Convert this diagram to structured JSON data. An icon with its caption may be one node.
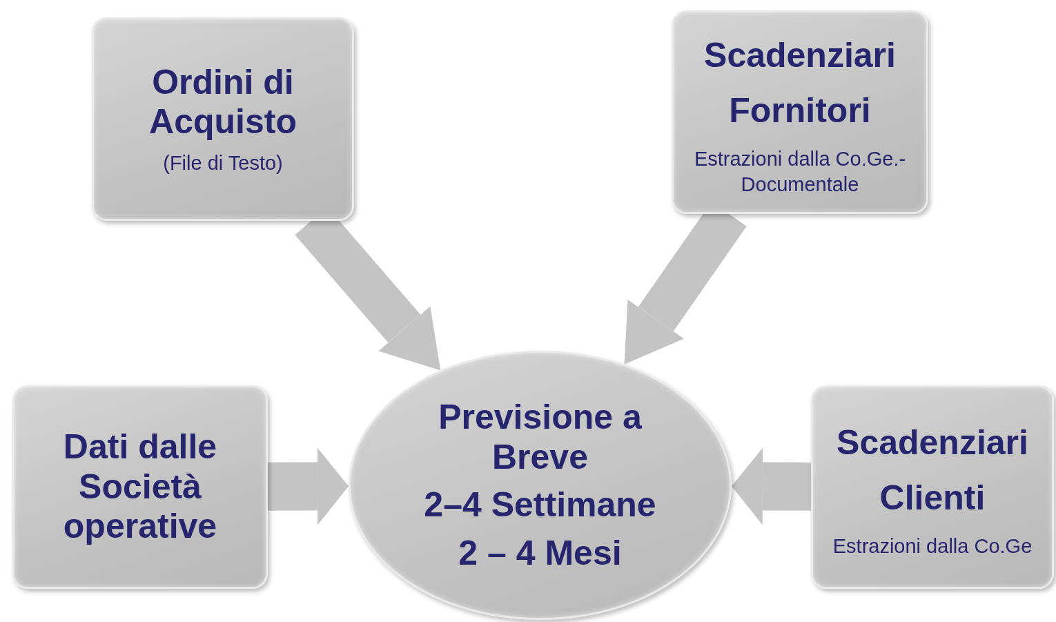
{
  "diagram": {
    "nodes": [
      {
        "text": [
          "Ordini di Acquisto",
          "(File di Testo)"
        ]
      },
      {
        "text": [
          "Scadenziari Fornitori",
          "Estrazioni dalla Co.Ge.- Documentale"
        ]
      },
      {
        "text": [
          "Dati dalle Società operative"
        ]
      },
      {
        "text": [
          "Previsione a Breve",
          "2–4 Settimane",
          "2 – 4 Mesi"
        ]
      },
      {
        "text": [
          "Scadenziari Clienti",
          "Estrazioni dalla Co.Ge"
        ]
      }
    ],
    "edges": [
      {
        "from": 0,
        "to": 3,
        "arrow": "to"
      },
      {
        "from": 1,
        "to": 3,
        "arrow": "to"
      },
      {
        "from": 2,
        "to": 3,
        "arrow": "to"
      },
      {
        "from": 4,
        "to": 3,
        "arrow": "to"
      }
    ]
  }
}
